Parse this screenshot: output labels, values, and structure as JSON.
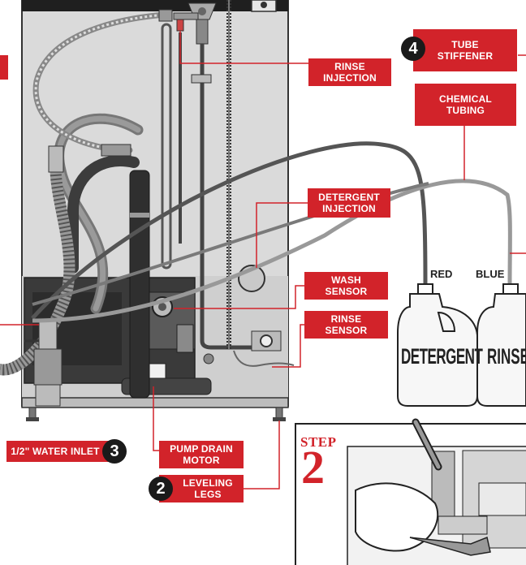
{
  "labels": {
    "rinse_injection": [
      "RINSE",
      "INJECTION"
    ],
    "tube_stiffener": [
      "TUBE",
      "STIFFENER"
    ],
    "chemical_tubing": [
      "CHEMICAL",
      "TUBING"
    ],
    "detergent_injection": [
      "DETERGENT",
      "INJECTION"
    ],
    "wash_sensor": [
      "WASH",
      "SENSOR"
    ],
    "rinse_sensor": [
      "RINSE",
      "SENSOR"
    ],
    "water_inlet": "1/2\" WATER INLET",
    "pump_drain_motor": [
      "PUMP DRAIN",
      "MOTOR"
    ],
    "leveling_legs": [
      "LEVELING",
      "LEGS"
    ]
  },
  "step_numbers": {
    "tube_stiffener": "4",
    "water_inlet": "3",
    "leveling_legs": "2"
  },
  "tube_colors": {
    "red": "RED",
    "blue": "BLUE"
  },
  "bottles": {
    "detergent": "DETERGENT",
    "rinse": "RINSE"
  },
  "step_box": {
    "word": "STEP",
    "number": "2"
  },
  "colors": {
    "label_red": "#d2232a",
    "badge_black": "#1a1a1a",
    "cabinet_gray": "#d9d9d9"
  }
}
